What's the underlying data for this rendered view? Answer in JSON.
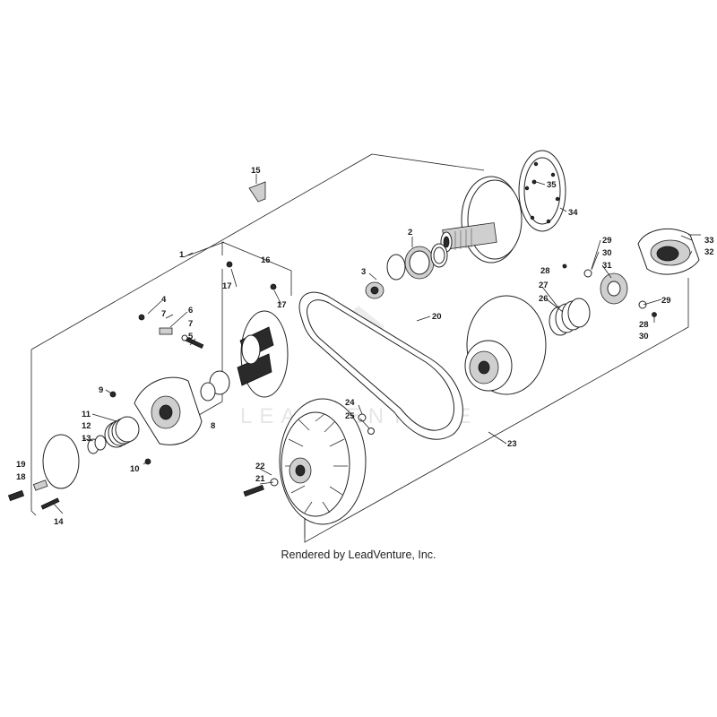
{
  "labels": {
    "l1": "1",
    "l2": "2",
    "l3": "3",
    "l4": "4",
    "l5": "5",
    "l6": "6",
    "l7a": "7",
    "l7b": "7",
    "l8": "8",
    "l9": "9",
    "l10": "10",
    "l11": "11",
    "l12": "12",
    "l13": "13",
    "l14": "14",
    "l15": "15",
    "l16": "16",
    "l17a": "17",
    "l17b": "17",
    "l18": "18",
    "l19": "19",
    "l20": "20",
    "l21": "21",
    "l22": "22",
    "l23": "23",
    "l24": "24",
    "l25": "25",
    "l26": "26",
    "l27": "27",
    "l28a": "28",
    "l28b": "28",
    "l29a": "29",
    "l29b": "29",
    "l30a": "30",
    "l30b": "30",
    "l31": "31",
    "l32": "32",
    "l33": "33",
    "l34": "34",
    "l35": "35"
  },
  "watermark": "LEADVENTURE",
  "credit": "Rendered by LeadVenture, Inc."
}
